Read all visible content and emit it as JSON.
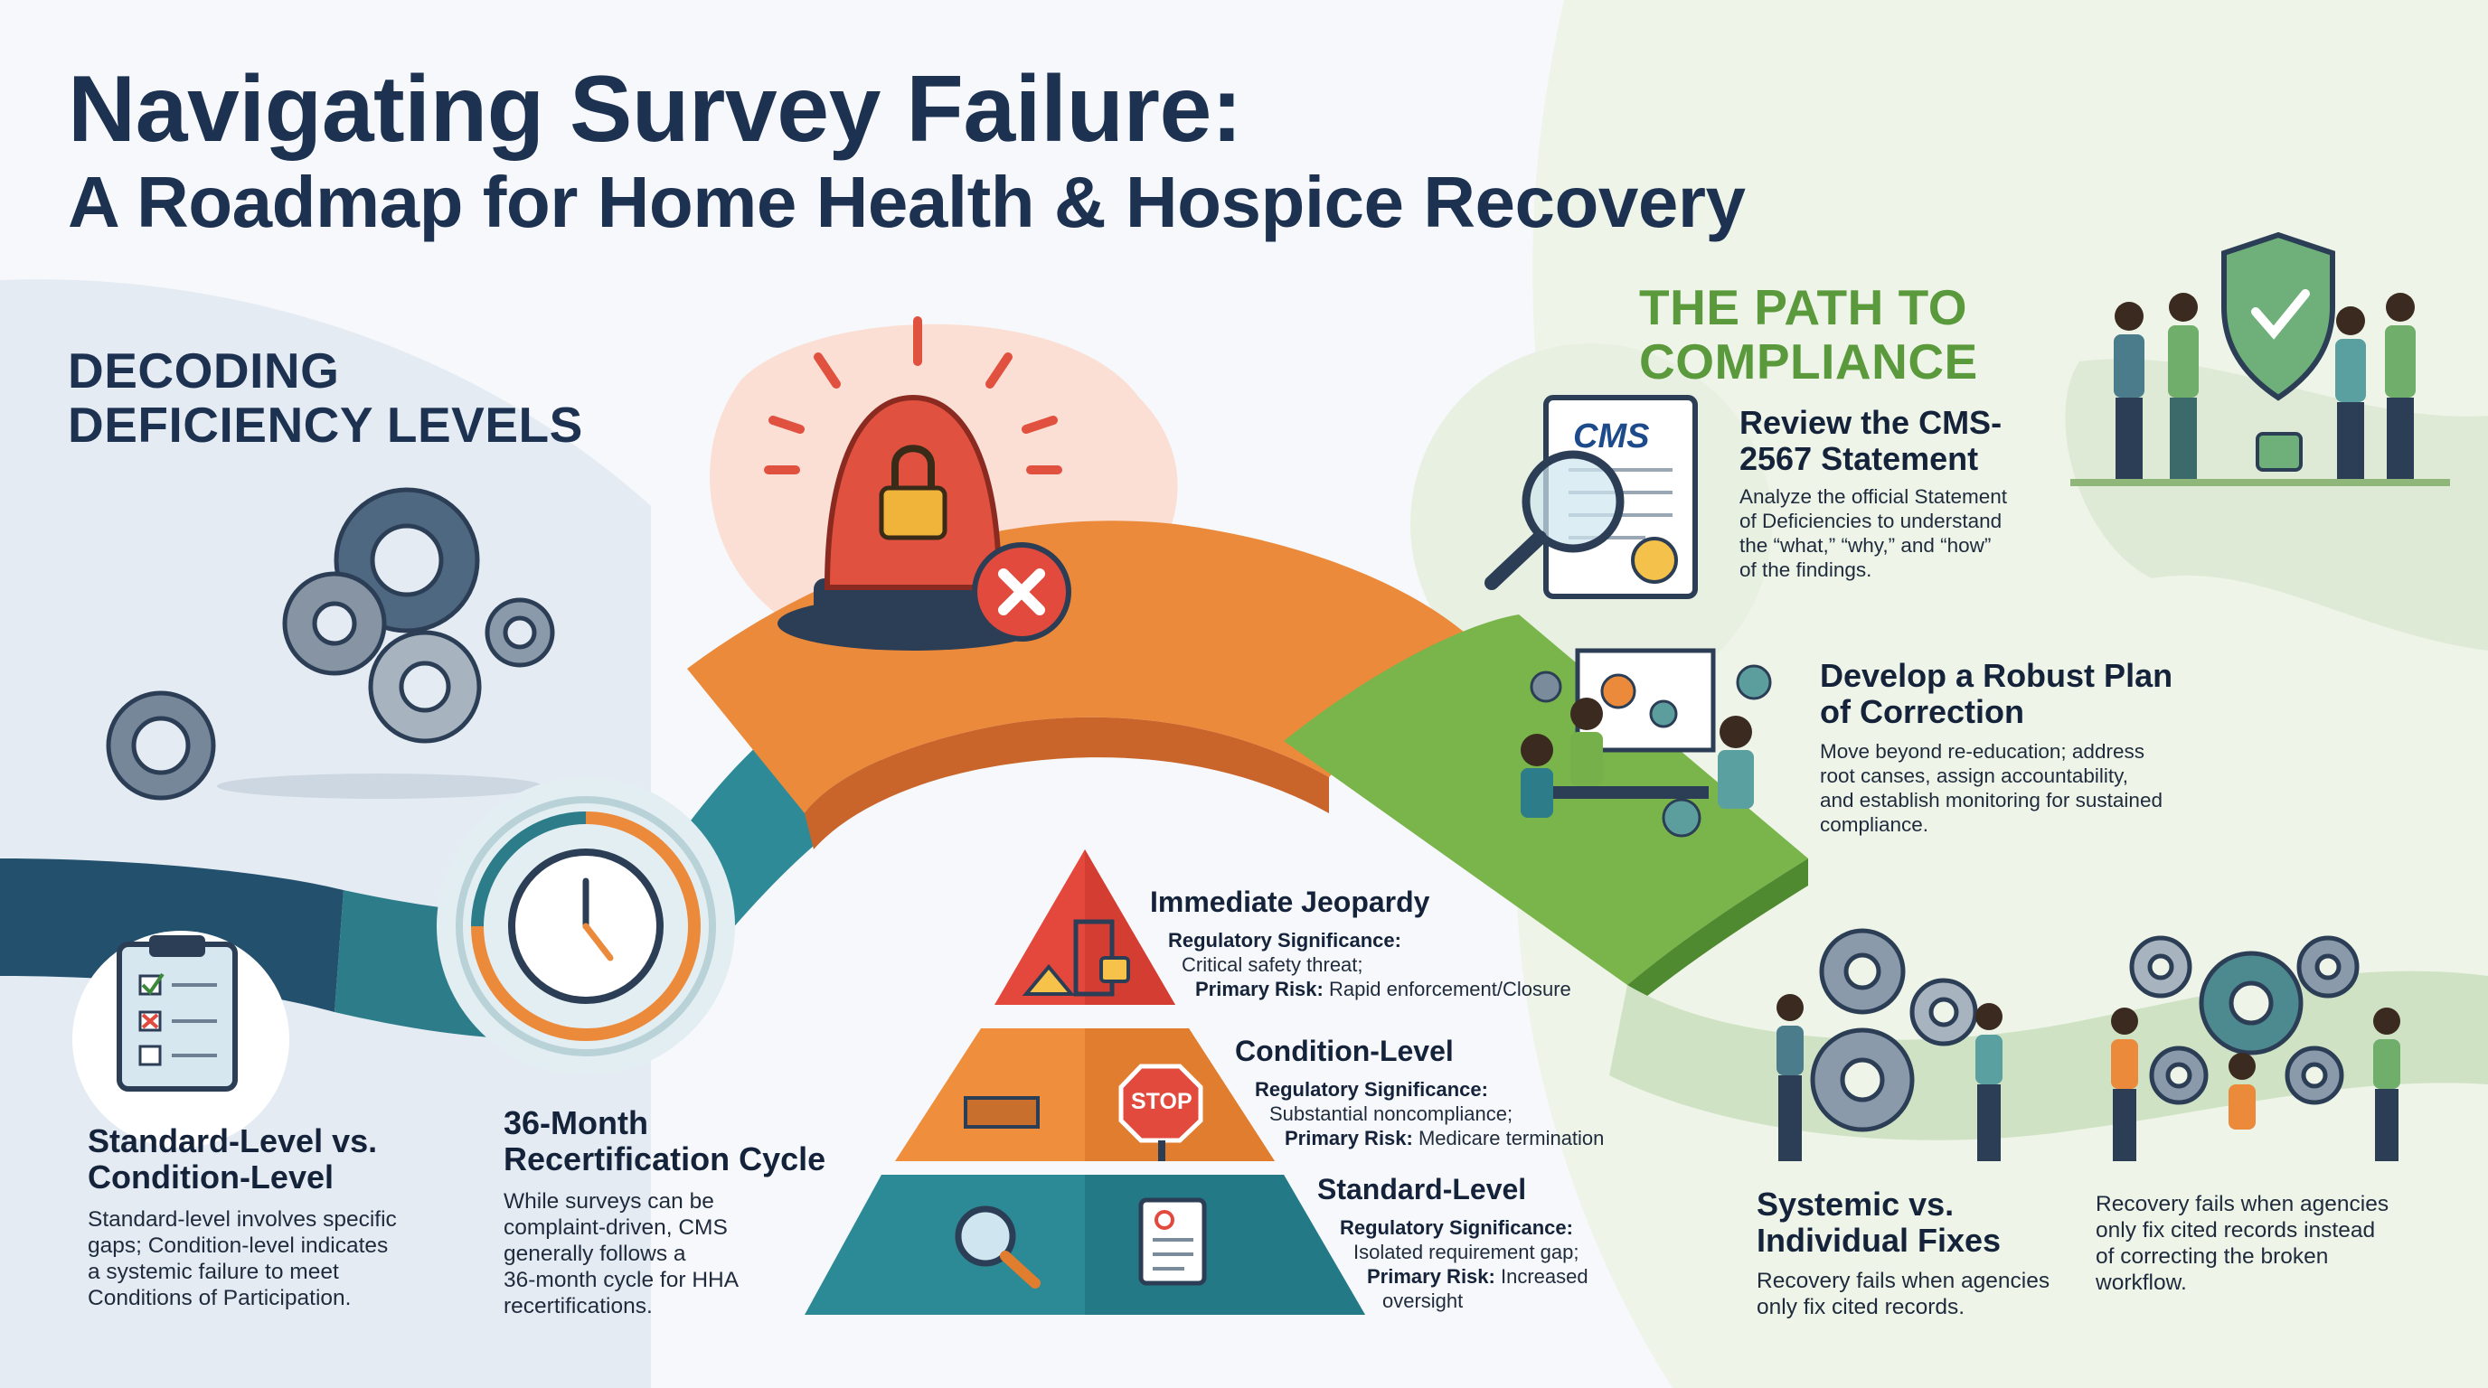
{
  "title": {
    "main": "Navigating Survey Failure:",
    "sub": "A Roadmap for Home Health & Hospice Recovery"
  },
  "left_section": {
    "heading_line1": "DECODING",
    "heading_line2": "DEFICIENCY LEVELS"
  },
  "right_section": {
    "heading_line1": "THE PATH TO",
    "heading_line2": "COMPLIANCE"
  },
  "cards": {
    "standard_vs_condition": {
      "title_line1": "Standard-Level vs.",
      "title_line2": "Condition-Level",
      "body_lines": [
        "Standard-level involves specific",
        "gaps; Condition-level indicates",
        "a systemic failure to meet",
        "Conditions of Participation."
      ]
    },
    "recert_cycle": {
      "title_line1": "36-Month",
      "title_line2": "Recertification Cycle",
      "body_lines": [
        "While surveys can be",
        "complaint-driven, CMS",
        "generally follows a",
        "36-month cycle for HHA",
        "recertifications."
      ]
    },
    "review_cms": {
      "title_line1": "Review the CMS-",
      "title_line2": "2567 Statement",
      "body_lines": [
        "Analyze the official Statement",
        "of Deficiencies to understand",
        "the “what,” “why,” and “how”",
        "of the findings."
      ],
      "doc_logo": "CMS"
    },
    "plan_of_correction": {
      "title_line1": "Develop a Robust Plan",
      "title_line2": "of Correction",
      "body_lines": [
        "Move beyond re-education; address",
        "root canses, assign accountability,",
        "and establish monitoring for sustained",
        "compliance."
      ]
    },
    "systemic_fixes": {
      "title_line1": "Systemic vs.",
      "title_line2": "Individual Fixes",
      "body_lines": [
        "Recovery fails when agencies",
        "only fix cited records."
      ]
    },
    "recovery_fails": {
      "body_lines": [
        "Recovery fails when agencies",
        "only fix cited records instead",
        "of correcting the broken",
        "workflow."
      ]
    }
  },
  "pyramid": {
    "immediate_jeopardy": {
      "title": "Immediate Jeopardy",
      "sig_label": "Regulatory Significance:",
      "sig_value": "Critical safety threat;",
      "risk_label": "Primary Risk:",
      "risk_value": "Rapid enforcement/Closure"
    },
    "condition_level": {
      "title": "Condition-Level",
      "sig_label": "Regulatory Significance:",
      "sig_value": "Substantial noncompliance;",
      "risk_label": "Primary Risk:",
      "risk_value": "Medicare termination",
      "stop_sign": "STOP"
    },
    "standard_level": {
      "title": "Standard-Level",
      "sig_label": "Regulatory Significance:",
      "sig_value": "Isolated requirement gap;",
      "risk_label": "Primary Risk:",
      "risk_value": "Increased",
      "risk_value2": "oversight"
    }
  },
  "icons": [
    "gear-icon",
    "alarm-siren-icon",
    "padlock-icon",
    "error-x-icon",
    "clipboard-checklist-icon",
    "clock-icon",
    "magnifier-icon",
    "document-icon",
    "shield-check-icon",
    "team-icon",
    "warning-icon",
    "stop-sign-icon",
    "presentation-board-icon"
  ],
  "colors": {
    "navy": "#1d3150",
    "teal": "#2f7d8c",
    "dark_teal": "#245a78",
    "orange": "#ea8a3b",
    "red": "#e04b3b",
    "green": "#74b043",
    "path_green": "#5a9a3c"
  }
}
